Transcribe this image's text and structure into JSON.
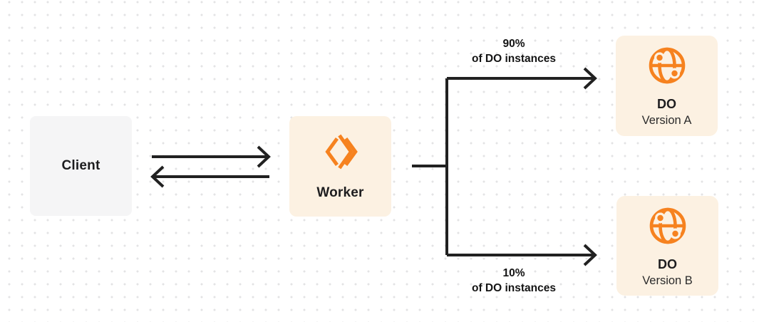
{
  "diagram": {
    "nodes": {
      "client": {
        "label": "Client"
      },
      "worker": {
        "label": "Worker",
        "icon": "cloudflare-workers-icon"
      },
      "do_version_a": {
        "title": "DO",
        "subtitle": "Version A",
        "icon": "durable-object-globe-icon"
      },
      "do_version_b": {
        "title": "DO",
        "subtitle": "Version B",
        "icon": "durable-object-globe-icon"
      }
    },
    "edges": {
      "client_worker": {
        "type": "bidirectional-arrows"
      },
      "top_branch": {
        "percent": "90%",
        "caption": "of DO instances",
        "target": "DO Version A"
      },
      "bottom_branch": {
        "percent": "10%",
        "caption": "of DO instances",
        "target": "DO Version B"
      }
    },
    "colors": {
      "accent_orange": "#f6821f",
      "node_cream": "#fcf1e2",
      "node_gray": "#f5f5f6",
      "line_dark": "#212121",
      "dot_grid": "#e3e3e4"
    }
  }
}
